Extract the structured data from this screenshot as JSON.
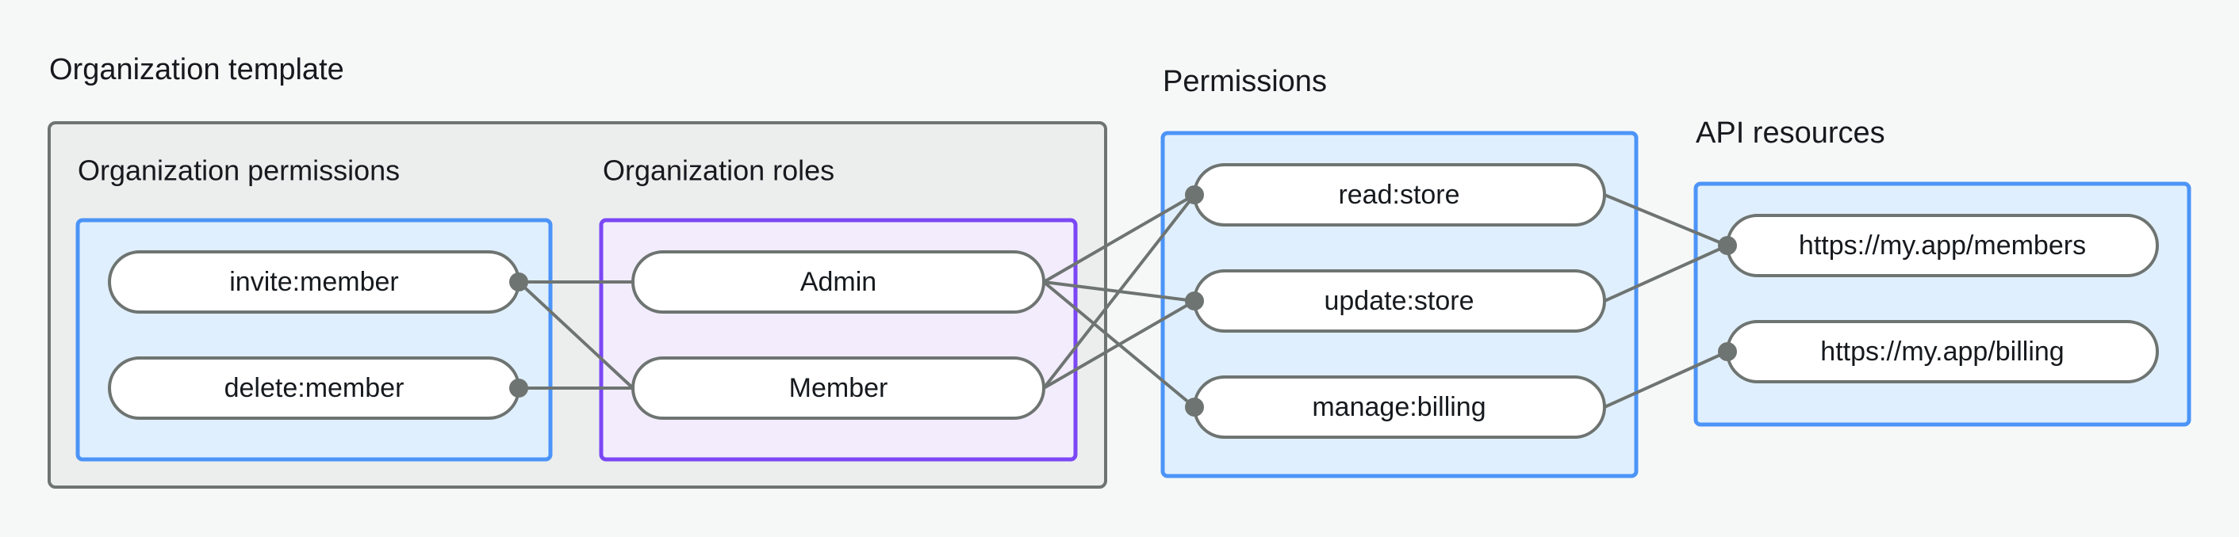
{
  "diagram": {
    "type": "authorization-model-diagram",
    "background_color": "#f6f8f8",
    "groups": [
      {
        "id": "organization-template",
        "title": "Organization template",
        "style": "outer-gray",
        "border_color": "#6e7471",
        "fill_color": "#eceeed",
        "subgroups": [
          {
            "id": "organization-permissions",
            "title": "Organization permissions",
            "style": "blue",
            "border_color": "#4c94f7",
            "fill_color": "#e0effd",
            "nodes": [
              {
                "id": "invite-member",
                "label": "invite:member"
              },
              {
                "id": "delete-member",
                "label": "delete:member"
              }
            ]
          },
          {
            "id": "organization-roles",
            "title": "Organization roles",
            "style": "purple",
            "border_color": "#7b47f5",
            "fill_color": "#f2ecfd",
            "nodes": [
              {
                "id": "admin",
                "label": "Admin"
              },
              {
                "id": "member",
                "label": "Member"
              }
            ]
          }
        ]
      },
      {
        "id": "permissions",
        "title": "Permissions",
        "style": "blue",
        "border_color": "#4c94f7",
        "fill_color": "#e0effd",
        "nodes": [
          {
            "id": "read-store",
            "label": "read:store"
          },
          {
            "id": "update-store",
            "label": "update:store"
          },
          {
            "id": "manage-billing",
            "label": "manage:billing"
          }
        ]
      },
      {
        "id": "api-resources",
        "title": "API resources",
        "style": "blue",
        "border_color": "#4c94f7",
        "fill_color": "#e0effd",
        "nodes": [
          {
            "id": "members-url",
            "label": "https://my.app/members"
          },
          {
            "id": "billing-url",
            "label": "https://my.app/billing"
          }
        ]
      }
    ],
    "edges": [
      {
        "from": "invite-member",
        "to": "admin"
      },
      {
        "from": "invite-member",
        "to": "member"
      },
      {
        "from": "delete-member",
        "to": "member"
      },
      {
        "from": "admin",
        "to": "read-store"
      },
      {
        "from": "admin",
        "to": "update-store"
      },
      {
        "from": "admin",
        "to": "manage-billing"
      },
      {
        "from": "member",
        "to": "read-store"
      },
      {
        "from": "member",
        "to": "update-store"
      },
      {
        "from": "read-store",
        "to": "members-url"
      },
      {
        "from": "update-store",
        "to": "members-url"
      },
      {
        "from": "manage-billing",
        "to": "billing-url"
      }
    ],
    "edge_color": "#6e7471",
    "node_fill": "#ffffff",
    "node_border": "#6e7471"
  }
}
